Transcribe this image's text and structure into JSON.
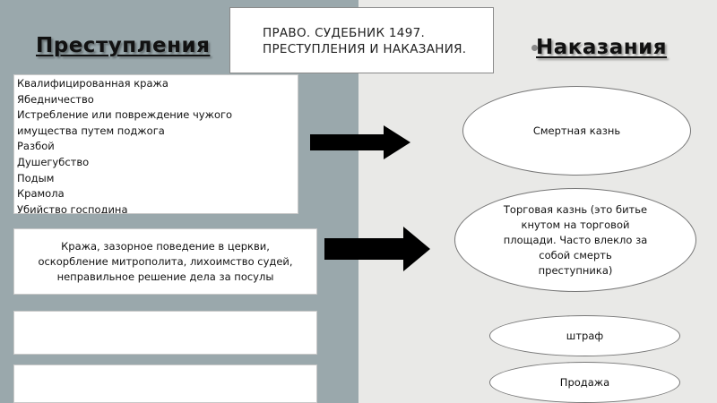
{
  "title": {
    "line1": "ПРАВО. СУДЕБНИК 1497.",
    "line2": "ПРЕСТУПЛЕНИЯ И НАКАЗАНИЯ."
  },
  "left": {
    "heading": "Преступления",
    "crime_list": [
      "Квалифицированная кража",
      "Ябедничество",
      "Истребление или повреждение чужого",
      "имущества путем поджога",
      "Разбой",
      "Душегубство",
      "Подым",
      "Крамола",
      "Убийство господина"
    ],
    "crime_box_2": [
      "Кража, зазорное поведение в церкви,",
      "оскорбление митрополита, лихоимство судей,",
      "неправильное решение дела за посулы"
    ]
  },
  "right": {
    "heading": "Наказания",
    "death": "Смертная казнь",
    "trade": [
      "Торговая казнь (это битье",
      "кнутом на торговой",
      "площади. Часто влекло за",
      "собой смерть",
      "преступника)"
    ],
    "fine": "штраф",
    "sale": "Продажа"
  },
  "colors": {
    "left_panel": "#9aa8ac",
    "right_panel": "#e9e9e7"
  }
}
